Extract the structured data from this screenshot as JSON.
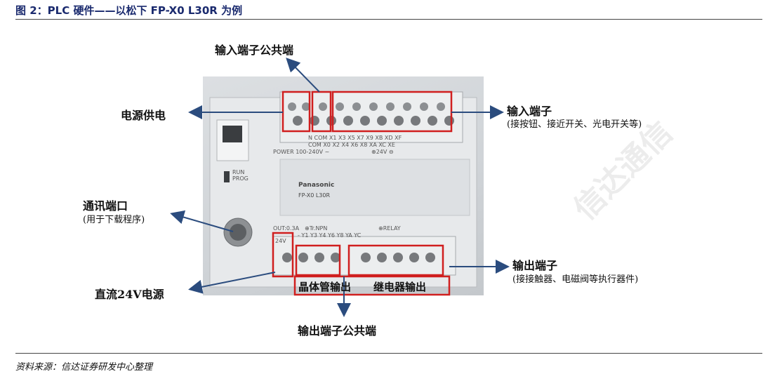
{
  "figure": {
    "title": "图 2：PLC 硬件——以松下 FP-X0 L30R 为例",
    "source": "资料来源：信达证券研发中心整理"
  },
  "labels": {
    "input_common": "输入端子公共端",
    "power_supply": "电源供电",
    "input_terminal": "输入端子",
    "input_terminal_note": "(接按钮、接近开关、光电开关等)",
    "comm_port": "通讯端口",
    "comm_port_note": "(用于下载程序)",
    "dc24v": "直流24V电源",
    "output_terminal": "输出端子",
    "output_terminal_note": "(接接触器、电磁阀等执行器件)",
    "transistor_output": "晶体管输出",
    "relay_output": "继电器输出",
    "output_common": "输出端子公共端"
  },
  "device": {
    "brand": "Panasonic",
    "model": "FP-X0 L30R",
    "top_row": "N   COM  X1   X3   X5   X7   X9   XB   XD   XF",
    "top_row2": "COM  X0   X2   X4   X6   X8   XA   XC   XE",
    "power_label": "POWER 100-240V ~",
    "dc_label": "⊕24V ⊖",
    "run_label": "RUN",
    "prog_label": "PROG",
    "out_rating": "OUT:0.3A",
    "tr_npn": "⊕Tr.NPN",
    "relay": "⊕RELAY",
    "bottom_row": "-   Y1   Y3   Y4   Y6   Y8   YA   YC",
    "v24": "24V"
  },
  "watermark": "信达通信",
  "colors": {
    "highlight": "#d01f1f",
    "arrow": "#2b4c7e",
    "title": "#1a2a6e"
  }
}
